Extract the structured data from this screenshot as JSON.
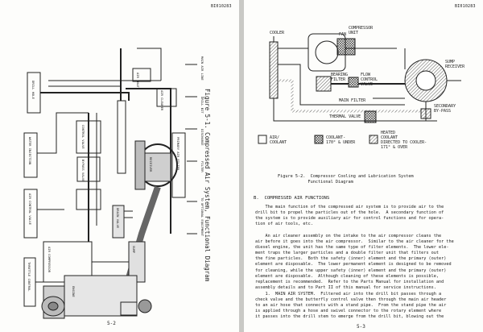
{
  "left_page": {
    "doc_id": "BI010283",
    "figure_caption": "Figure 5-1.  Compressed Air System, Functional Diagram",
    "page_number": "5-2",
    "labels": [
      "DRILL HOLE",
      "WATER INJECTION",
      "AIR CONTROL VALVE",
      "DRILL BIT",
      "PRIMARY AIR FILTER",
      "AIR CLEANER",
      "MAIN AIR LINE",
      "RECEIVER",
      "AIR COMPRESSOR",
      "ENGINE",
      "SUMP",
      "DISCHARGE",
      "FILTER",
      "TO OPTIONAL EQUIPMENT",
      "CONTROL VALVE",
      "BYPASS VALVE",
      "THROTTLE CONTROL",
      "AIR INLET",
      "DRAIN VALVE"
    ]
  },
  "right_page": {
    "doc_id": "BI010283",
    "diagram_labels": {
      "compressor_unit": "COMPRESSOR\nUNIT",
      "fan": "FAN",
      "cooler": "COOLER",
      "bearing_filter": "BEARING\nFILTER",
      "flow_control_valve": "FLOW\nCONTROL\nVALVE",
      "sump_receiver": "SUMP\nRECEIVER",
      "main_filter": "MAIN FILTER",
      "thermal_valve": "THERMAL VALVE",
      "secondary_bypass": "SECONDARY\nBY-PASS"
    },
    "legend": [
      {
        "label": "AIR/\nCOOLANT"
      },
      {
        "label": "COOLANT-\n170° & UNDER"
      },
      {
        "label": "HEATED\nCOOLANT\nDIRECTED TO COOLER-\n171° & OVER"
      }
    ],
    "figure_caption": "Figure 5-2.  Compressor Cooling and Lubrication System\n            Functional Diagram",
    "section_heading": "B.  COMPRESSED AIR FUNCTIONS",
    "paragraphs": [
      "    The main function of the compressed air system is to provide air to the\ndrill bit to propel the particles out of the hole.  A secondary function of\nthe system is to provide auxiliary air for control functions and for opera-\ntion of air tools, etc.",
      "    An air cleaner assembly on the intake to the air compressor cleans the\nair before it goes into the air compressor.  Similar to the air cleaner for the\ndiesel engine, the unit has the same type of filter elements.  The lower ele-\nment traps the larger particles and a double filter unit that filters out\nthe fine particles.  Both the safety (inner) element and the primary (outer)\nelement are disposable.  The lower permanent element is designed to be removed\nfor cleaning, while the upper safety (inner) element and the primary (outer)\nelement are disposable.  Although cleaning of these elements is possible,\nreplacement is recommended.  Refer to the Parts Manual for installation and\nassembly details and to Part II of this manual for service instructions.",
      "    1.  MAIN AIR SYSTEM.  Filtered air into the drill bit passes through a\ncheck valve and the butterfly control valve then through the main air header\nto an air hose that connects with a stand pipe.  From the stand pipe the air\nis applied through a hose and swivel connector to the rotary element where\nit passes into the drill stem to emerge from the drill bit, blowing out the"
    ],
    "page_number": "5-3"
  }
}
